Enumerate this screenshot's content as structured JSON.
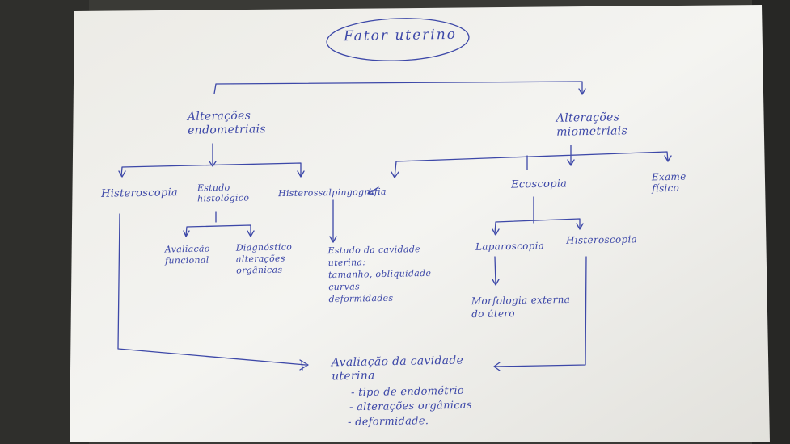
{
  "diagram": {
    "title": "Fator uterino",
    "endometrial": {
      "label": "Alterações\nendometriais",
      "children": {
        "hysteroscopy": "Histeroscopia",
        "histology": "Estudo\nhistológico",
        "hysterosalpingography": "Histerossalpingografia"
      },
      "histology_children": {
        "functional": "Avaliação\nfuncional",
        "organic": "Diagnóstico\nalterações\norgânicas"
      },
      "hsg_child": "Estudo da cavidade\nuterina:\ntamanho, obliquidade\ncurvas\ndeformidades"
    },
    "myometrial": {
      "label": "Alterações\nmiometriais",
      "children": {
        "ultrasound": "Ecoscopia",
        "physical_exam": "Exame\nfísico"
      },
      "ultrasound_children": {
        "laparoscopy": "Laparoscopia",
        "hysteroscopy": "Histeroscopia"
      },
      "laparoscopy_child": "Morfologia externa\ndo útero"
    },
    "outcome": {
      "heading": "Avaliação da cavidade\nuterina",
      "items": [
        "- tipo de endométrio",
        "- alterações orgânicas",
        "- deformidade."
      ]
    }
  }
}
